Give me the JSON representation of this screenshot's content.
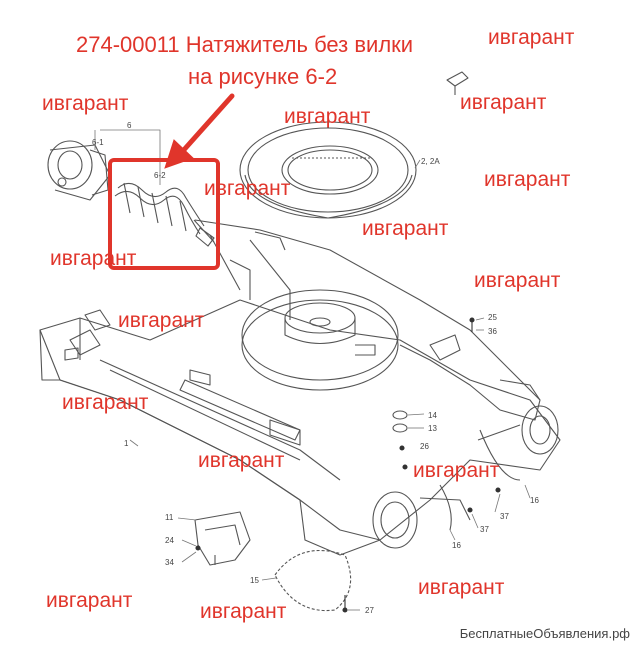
{
  "caption": {
    "line1": "274-00011 Натяжитель без вилки",
    "line2": "на рисунке 6-2"
  },
  "watermark": "ивгарант",
  "part_labels": {
    "p1": "1",
    "p6": "6",
    "p6_1": "6-1",
    "p6_2": "6-2",
    "p2_2a": "2, 2A",
    "p25": "25",
    "p36": "36",
    "p14": "14",
    "p13": "13",
    "p26": "26",
    "p16a": "16",
    "p16b": "16",
    "p37a": "37",
    "p37b": "37",
    "p11": "11",
    "p24": "24",
    "p34": "34",
    "p15": "15",
    "p27": "27"
  },
  "footer": "БесплатныеОбъявления.рф",
  "colors": {
    "accent": "#e0352b",
    "line": "#555555"
  }
}
